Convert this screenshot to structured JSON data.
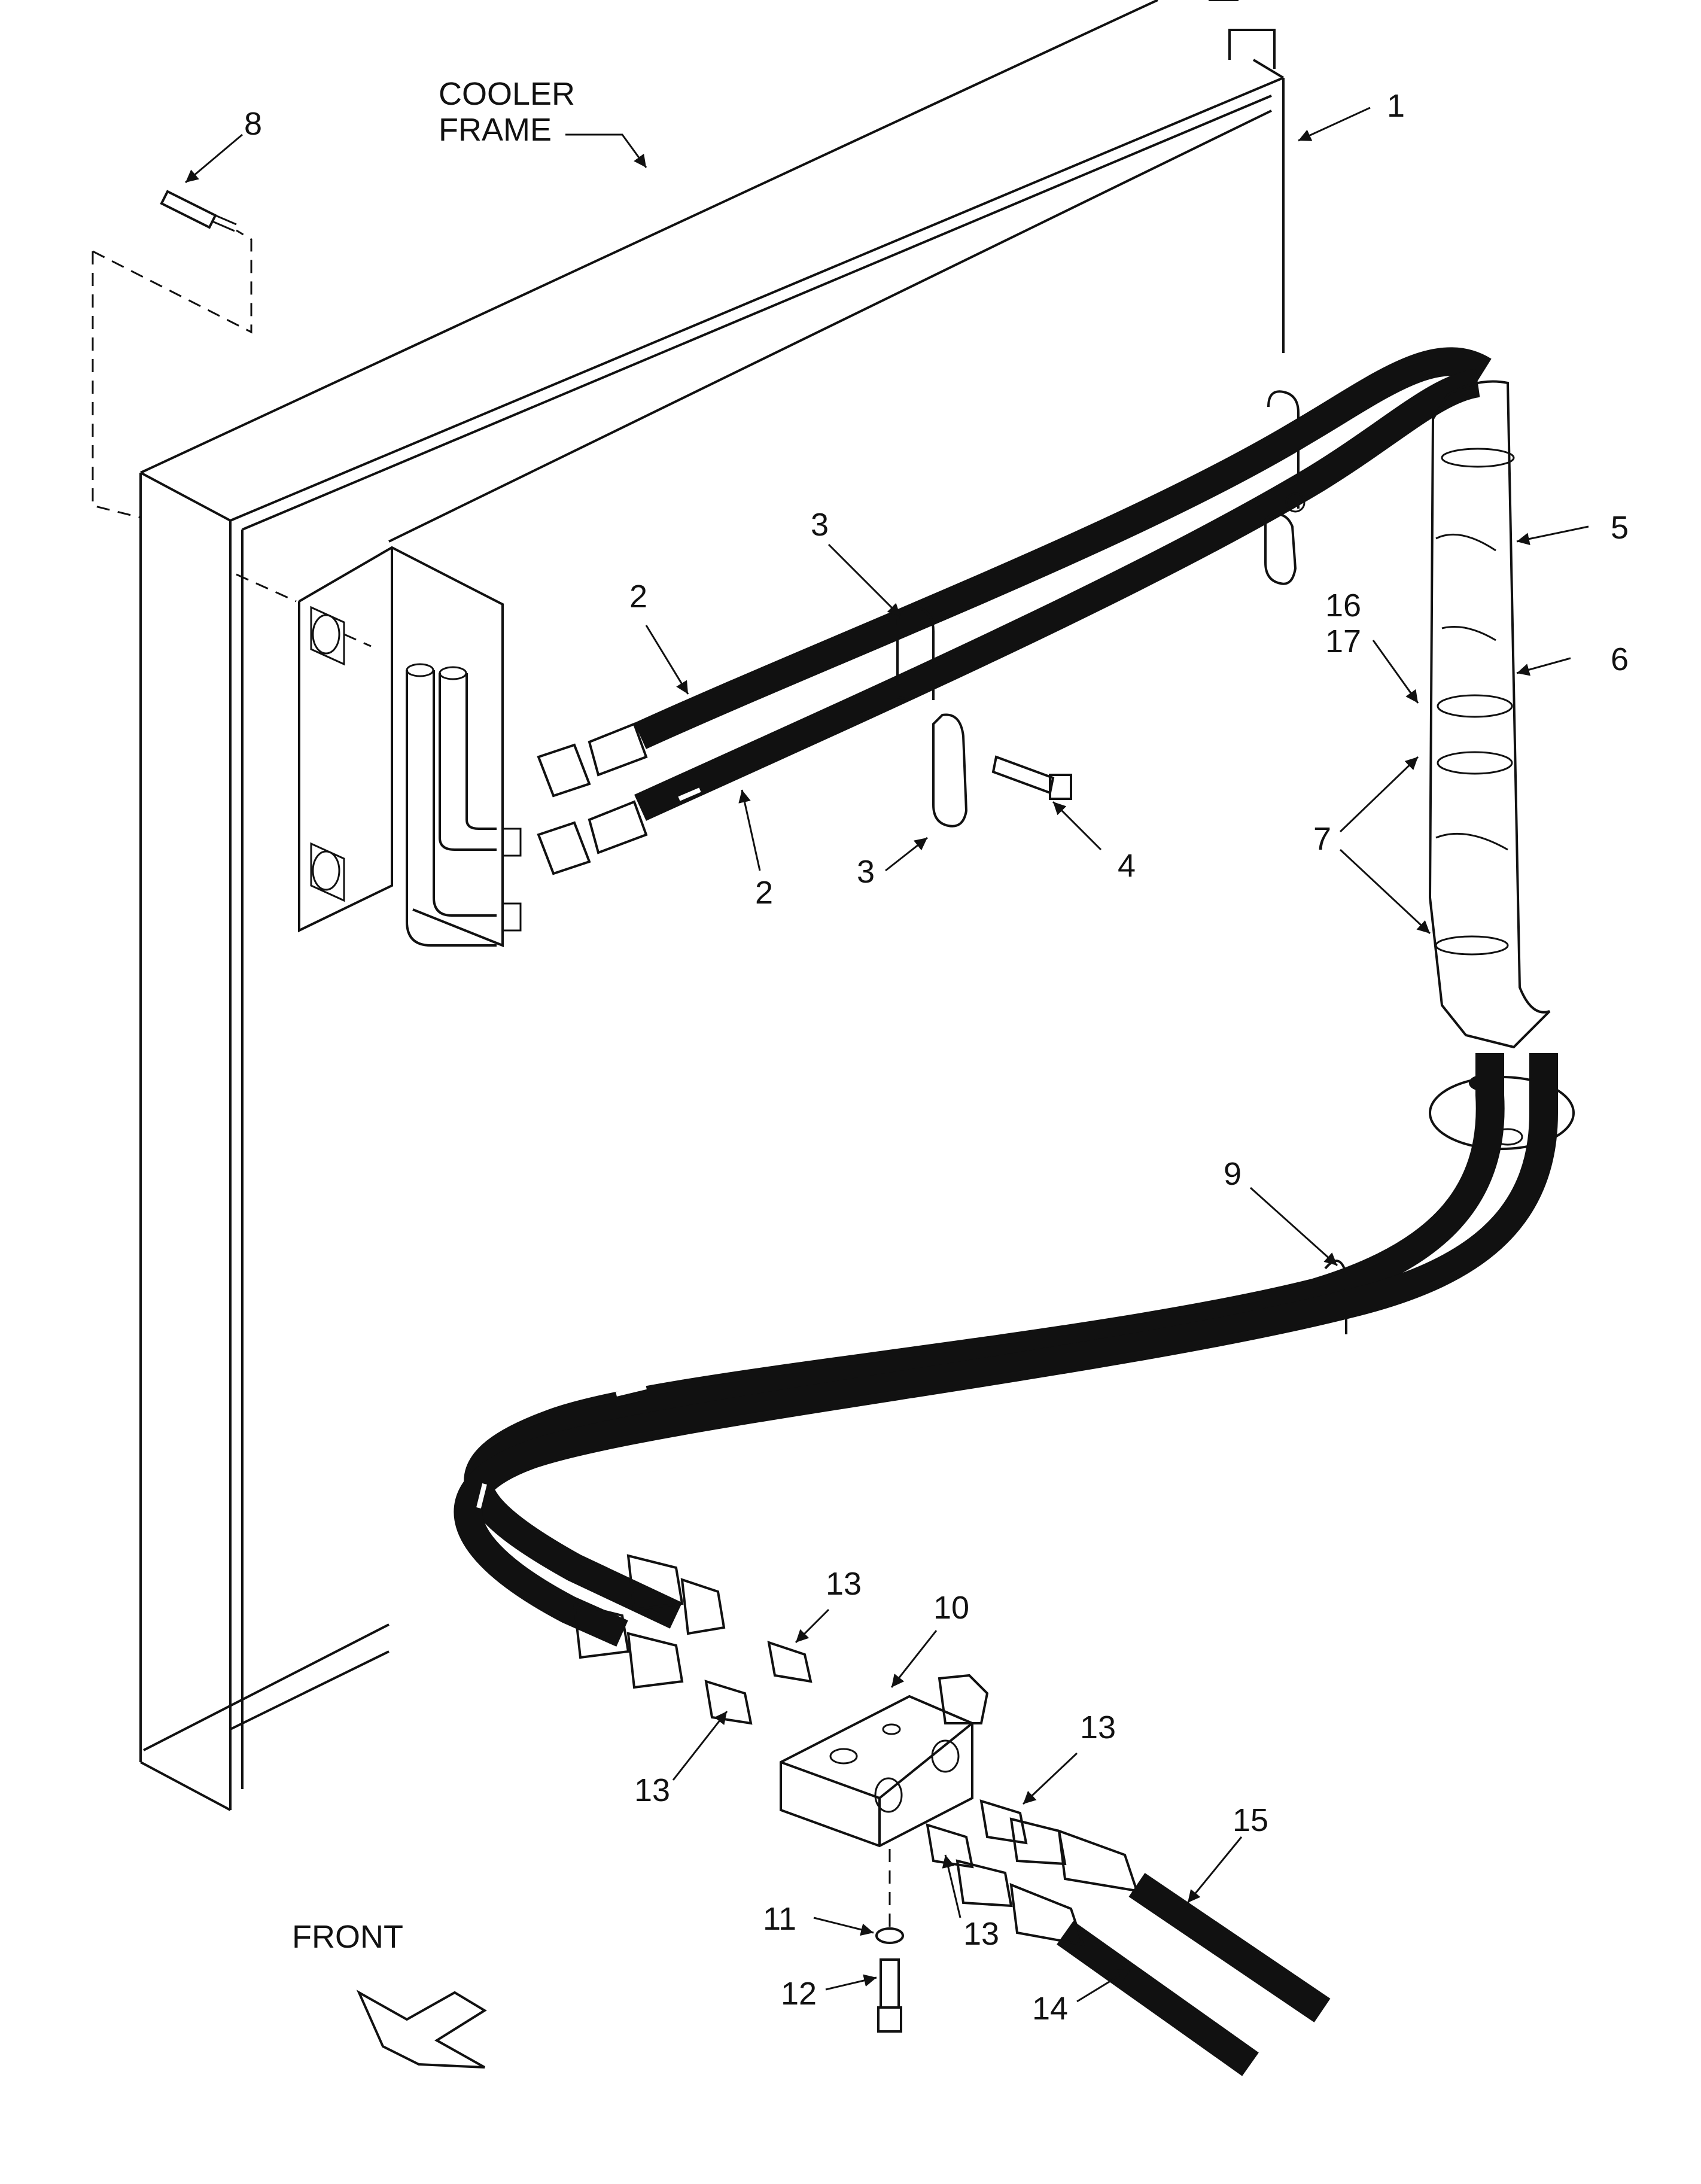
{
  "callouts": {
    "c1": "1",
    "c2a": "2",
    "c2b": "2",
    "c3a": "3",
    "c3b": "3",
    "c4": "4",
    "c5": "5",
    "c6": "6",
    "c7": "7",
    "c8": "8",
    "c9": "9",
    "c10": "10",
    "c11": "11",
    "c12": "12",
    "c13a": "13",
    "c13b": "13",
    "c13c": "13",
    "c13d": "13",
    "c14": "14",
    "c15": "15",
    "c16": "16",
    "c17": "17"
  },
  "labels": {
    "cooler_line1": "COOLER",
    "cooler_line2": "FRAME",
    "front": "FRONT"
  },
  "colors": {
    "ink": "#111111",
    "paper": "#ffffff"
  }
}
